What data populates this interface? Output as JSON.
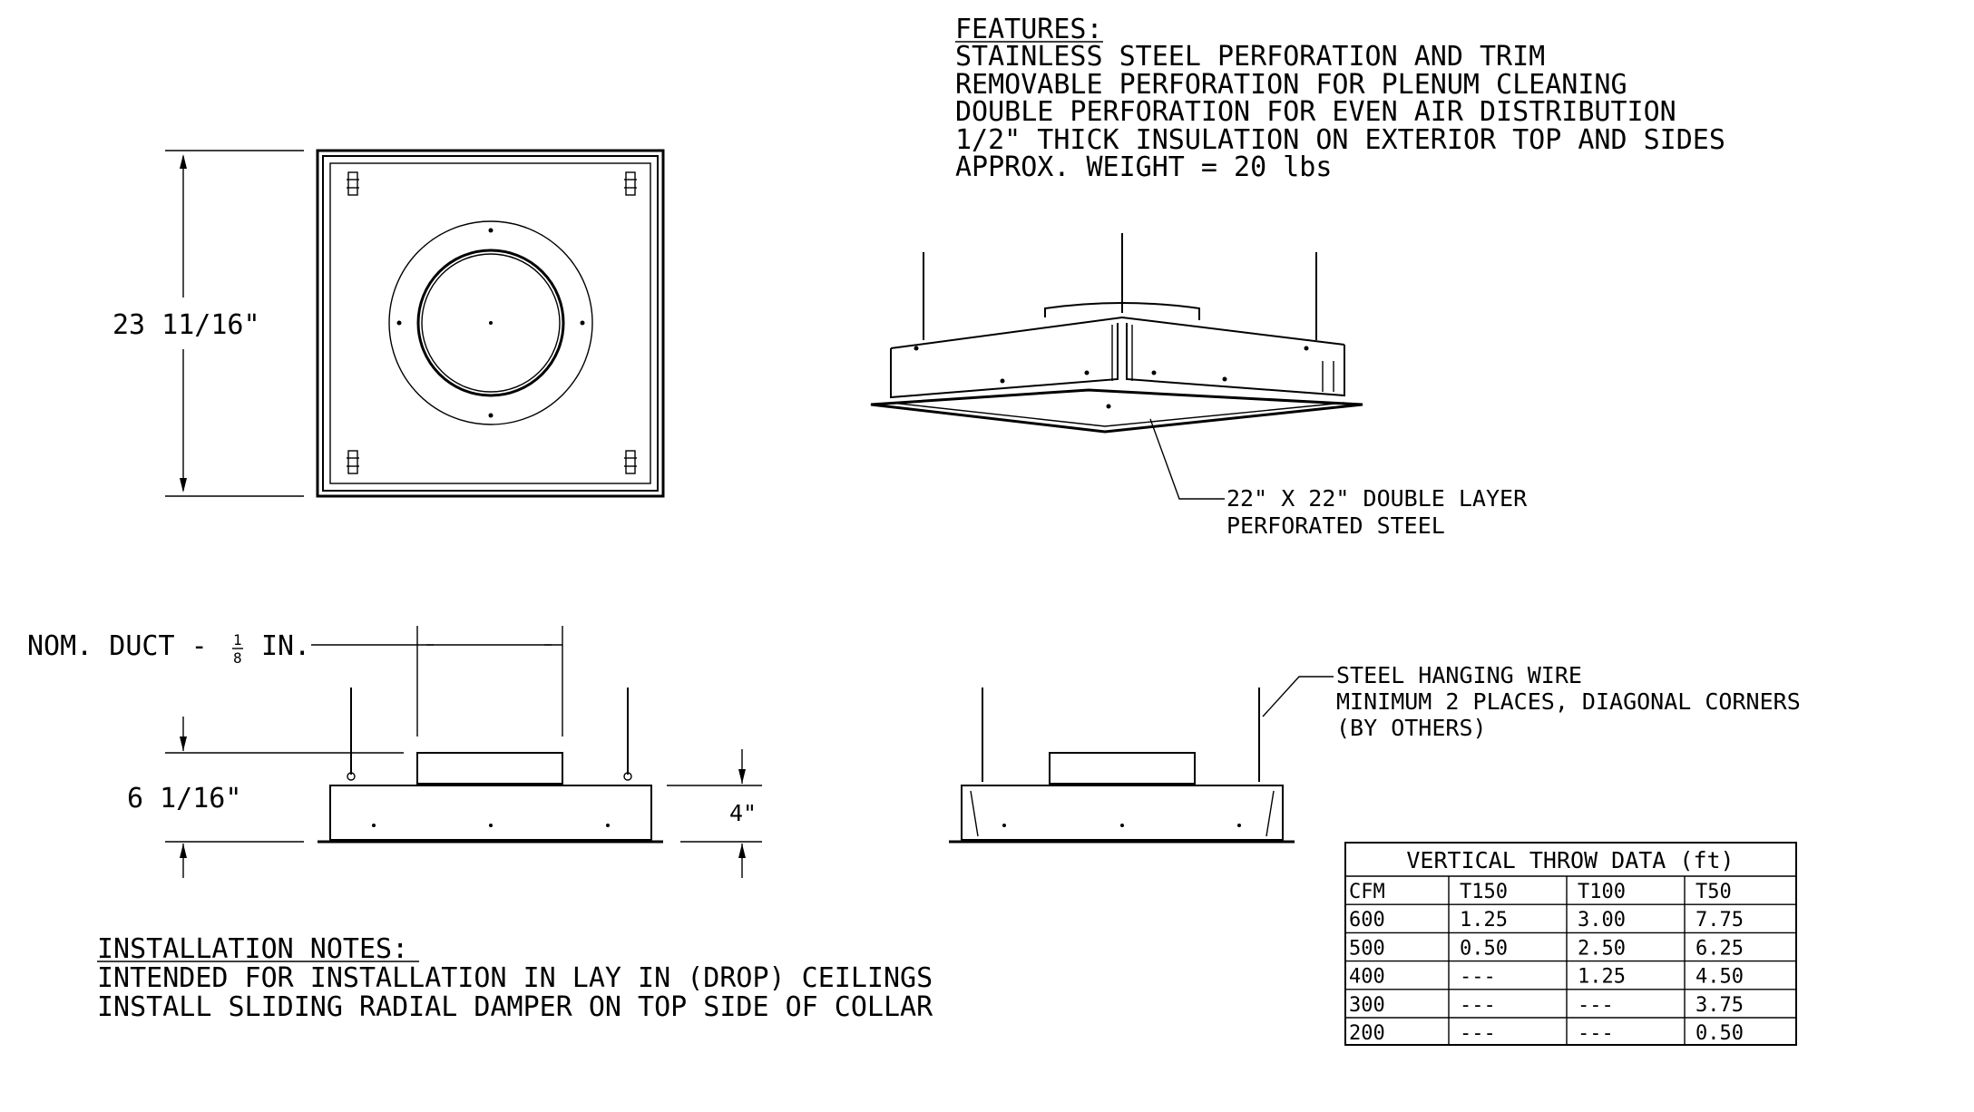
{
  "features": {
    "heading": "FEATURES:",
    "lines": [
      "STAINLESS STEEL PERFORATION AND TRIM",
      "REMOVABLE PERFORATION FOR PLENUM CLEANING",
      "DOUBLE PERFORATION FOR EVEN AIR DISTRIBUTION",
      "1/2\" THICK INSULATION ON EXTERIOR TOP AND SIDES",
      "APPROX. WEIGHT = 20 lbs"
    ]
  },
  "dimensions": {
    "overall": "23 11/16\"",
    "nom_duct_text": "NOM. DUCT -",
    "nom_duct_frac_num": "1",
    "nom_duct_frac_den": "8",
    "nom_duct_unit": "IN.",
    "height": "6 1/16\"",
    "depth": "4\""
  },
  "callouts": {
    "perforated_line1": "22\" X 22\" DOUBLE LAYER",
    "perforated_line2": "PERFORATED STEEL",
    "wire_line1": "STEEL HANGING WIRE",
    "wire_line2": "MINIMUM 2 PLACES, DIAGONAL CORNERS",
    "wire_line3": "(BY OTHERS)"
  },
  "installation": {
    "heading": "INSTALLATION NOTES:",
    "lines": [
      "INTENDED FOR INSTALLATION IN LAY IN (DROP) CEILINGS",
      "INSTALL SLIDING RADIAL DAMPER ON TOP SIDE OF COLLAR"
    ]
  },
  "throw_table": {
    "title": "VERTICAL THROW DATA (ft)",
    "headers": [
      "CFM",
      "T150",
      "T100",
      "T50"
    ],
    "rows": [
      [
        "600",
        "1.25",
        "3.00",
        "7.75"
      ],
      [
        "500",
        "0.50",
        "2.50",
        "6.25"
      ],
      [
        "400",
        "---",
        "1.25",
        "4.50"
      ],
      [
        "300",
        "---",
        "---",
        "3.75"
      ],
      [
        "200",
        "---",
        "---",
        "0.50"
      ]
    ]
  }
}
